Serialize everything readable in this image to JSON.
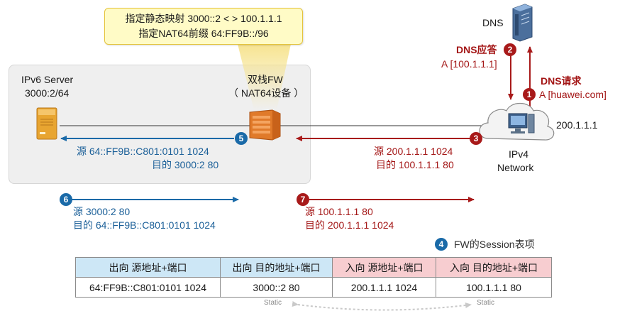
{
  "callout": {
    "line1": "指定静态映射  3000::2 < > 100.1.1.1",
    "line2": "指定NAT64前缀  64:FF9B::/96"
  },
  "dns": {
    "label": "DNS",
    "response_title": "DNS应答",
    "response_record": "A [100.1.1.1]",
    "request_title": "DNS请求",
    "request_record": "A [huawei.com]",
    "response_step": "2",
    "request_step": "1"
  },
  "ipv6_server": {
    "name": "IPv6 Server",
    "address": "3000:2/64"
  },
  "firewall": {
    "name": "双栈FW",
    "subtitle": "（ NAT64设备 ）"
  },
  "ipv4_network": {
    "address": "200.1.1.1",
    "label_line1": "IPv4",
    "label_line2": "Network"
  },
  "flows": {
    "step3": {
      "num": "3",
      "src": "源  200.1.1.1  1024",
      "dst": "目的  100.1.1.1  80"
    },
    "step5": {
      "num": "5",
      "src": "源  64::FF9B::C801:0101  1024",
      "dst": "目的  3000:2  80"
    },
    "step6": {
      "num": "6",
      "src": "源  3000:2  80",
      "dst": "目的  64::FF9B::C801:0101  1024"
    },
    "step7": {
      "num": "7",
      "src": "源  100.1.1.1  80",
      "dst": "目的  200.1.1.1  1024"
    }
  },
  "session_table": {
    "step": "4",
    "title": "FW的Session表项",
    "headers": [
      "出向 源地址+端口",
      "出向 目的地址+端口",
      "入向 源地址+端口",
      "入向  目的地址+端口"
    ],
    "row": [
      "64:FF9B::C801:0101  1024",
      "3000::2  80",
      "200.1.1.1  1024",
      "100.1.1.1  80"
    ],
    "static_left": "Static",
    "static_right": "Static"
  },
  "colors": {
    "blue": "#1a5f98",
    "red": "#a31515",
    "header_blue": "#cde7f6",
    "header_red": "#f7cdd0"
  }
}
